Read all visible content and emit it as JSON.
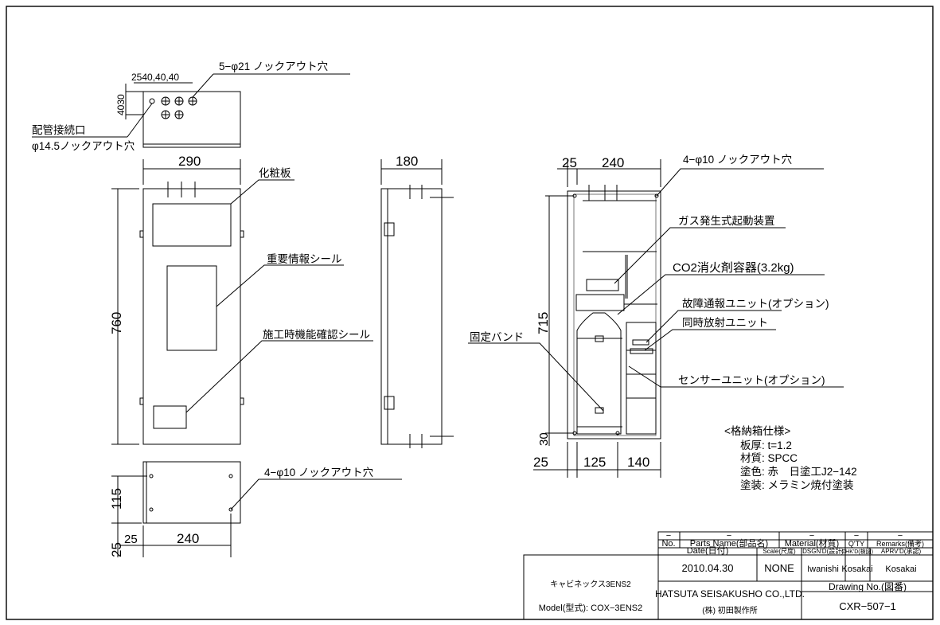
{
  "top_view": {
    "hole_dims": "2540,40,40",
    "vert_dims": "4030",
    "knockout_label": "5−φ21 ノックアウト穴",
    "pipe_label_1": "配管接続口",
    "pipe_label_2": "φ14.5ノックアウト穴"
  },
  "front_view": {
    "width": "290",
    "height": "760",
    "label_panel": "化粧板",
    "label_info": "重要情報シール",
    "label_check": "施工時機能確認シール"
  },
  "side_view": {
    "depth": "180"
  },
  "bottom_view": {
    "depth": "115",
    "offset": "25",
    "offset2": "25",
    "width": "240",
    "knockout_label": "4−φ10 ノックアウト穴"
  },
  "inner_view": {
    "dim_left": "25",
    "dim_width": "240",
    "knockout_label": "4−φ10 ノックアウト穴",
    "height": "715",
    "bottom": "30",
    "b1": "25",
    "b2": "125",
    "b3": "140",
    "labels": [
      "ガス発生式起動装置",
      "CO2消火剤容器(3.2kg)",
      "故障通報ユニット(オプション)",
      "同時放射ユニット",
      "固定バンド",
      "センサーユニット(オプション)"
    ]
  },
  "spec": {
    "title": "<格納箱仕様>",
    "lines": [
      "板厚: t=1.2",
      "材質: SPCC",
      "塗色: 赤　日塗工J2−142",
      "塗装: メラミン焼付塗装"
    ]
  },
  "title_block": {
    "dash": "−",
    "headers": [
      "No.",
      "Parts Name(部品名)",
      "Material(材質)",
      "Q'TY",
      "Remarks(備考)"
    ],
    "headers2": [
      "Date(日付)",
      "Scale(尺度)",
      "DSGN'D(設計)",
      "CHK'D(検図)",
      "APRV'D(承認)"
    ],
    "date": "2010.04.30",
    "scale": "NONE",
    "designed": "Iwanishi",
    "checked": "Kosakai",
    "approved": "Kosakai",
    "product": "キャビネックス3ENS2",
    "model": "Model(型式): COX−3ENS2",
    "company": "HATSUTA SEISAKUSHO CO.,LTD.",
    "company_jp": "(株) 初田製作所",
    "drawing_no_label": "Drawing No.(図番)",
    "drawing_no": "CXR−507−1"
  }
}
